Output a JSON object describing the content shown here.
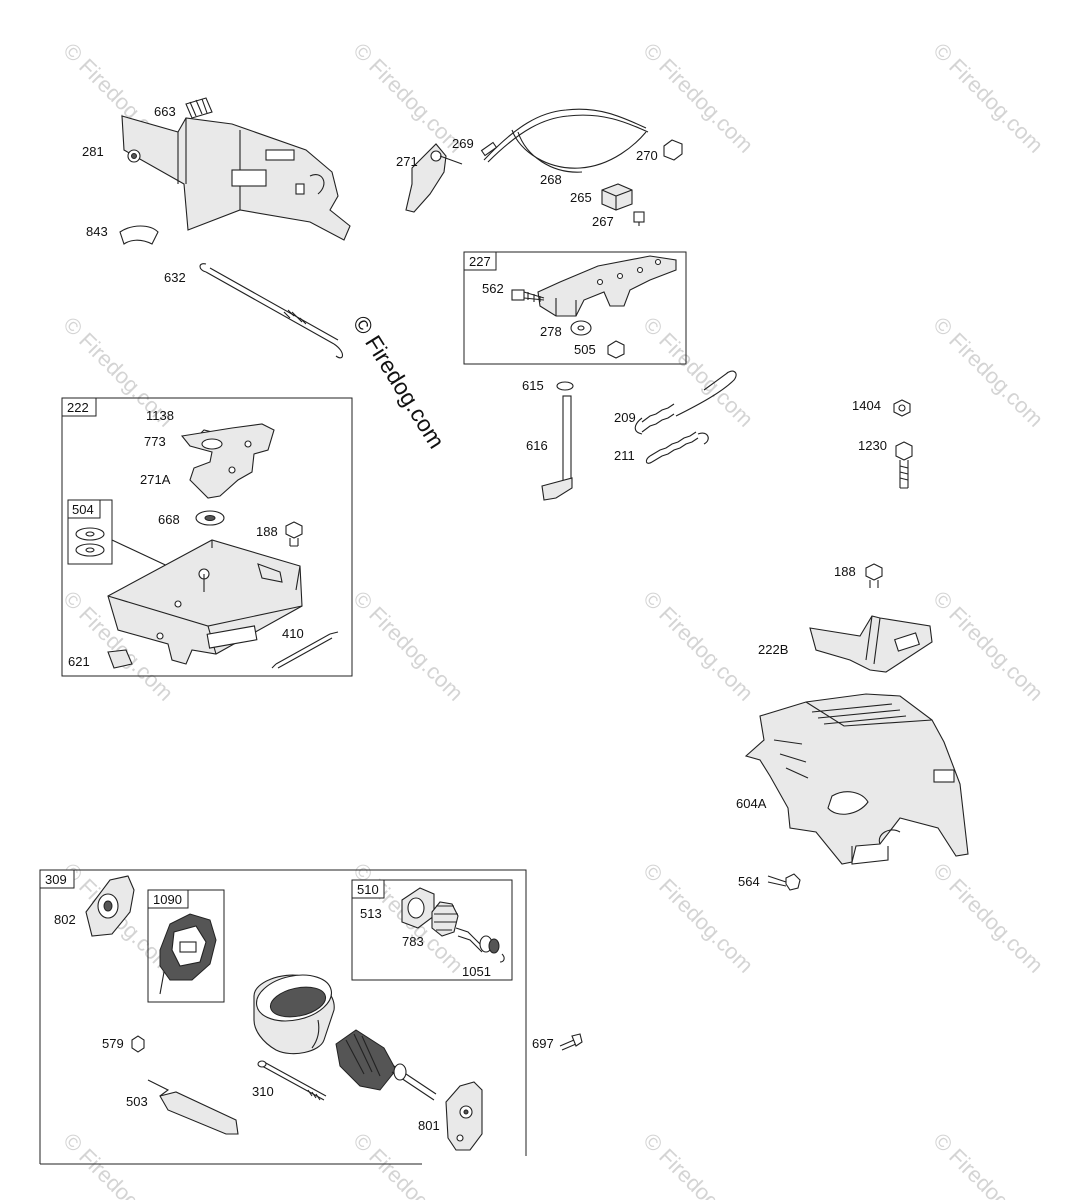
{
  "watermark": "© Firedog.com",
  "brand_text": "© Firedog.com",
  "groups": {
    "g222": "222",
    "g504": "504",
    "g227": "227",
    "g309": "309",
    "g1090": "1090",
    "g510": "510"
  },
  "callouts": {
    "p663": "663",
    "p281": "281",
    "p843": "843",
    "p632": "632",
    "p271": "271",
    "p269": "269",
    "p268": "268",
    "p270": "270",
    "p265": "265",
    "p267": "267",
    "p562": "562",
    "p278": "278",
    "p505": "505",
    "p1138": "1138",
    "p773": "773",
    "p271a": "271A",
    "p668": "668",
    "p188a": "188",
    "p410": "410",
    "p621": "621",
    "p615": "615",
    "p616": "616",
    "p209": "209",
    "p211": "211",
    "p1404": "1404",
    "p1230": "1230",
    "p188b": "188",
    "p222b": "222B",
    "p604a": "604A",
    "p564": "564",
    "p802": "802",
    "p513": "513",
    "p783": "783",
    "p1051": "1051",
    "p579": "579",
    "p697": "697",
    "p503": "503",
    "p310": "310",
    "p801": "801"
  }
}
